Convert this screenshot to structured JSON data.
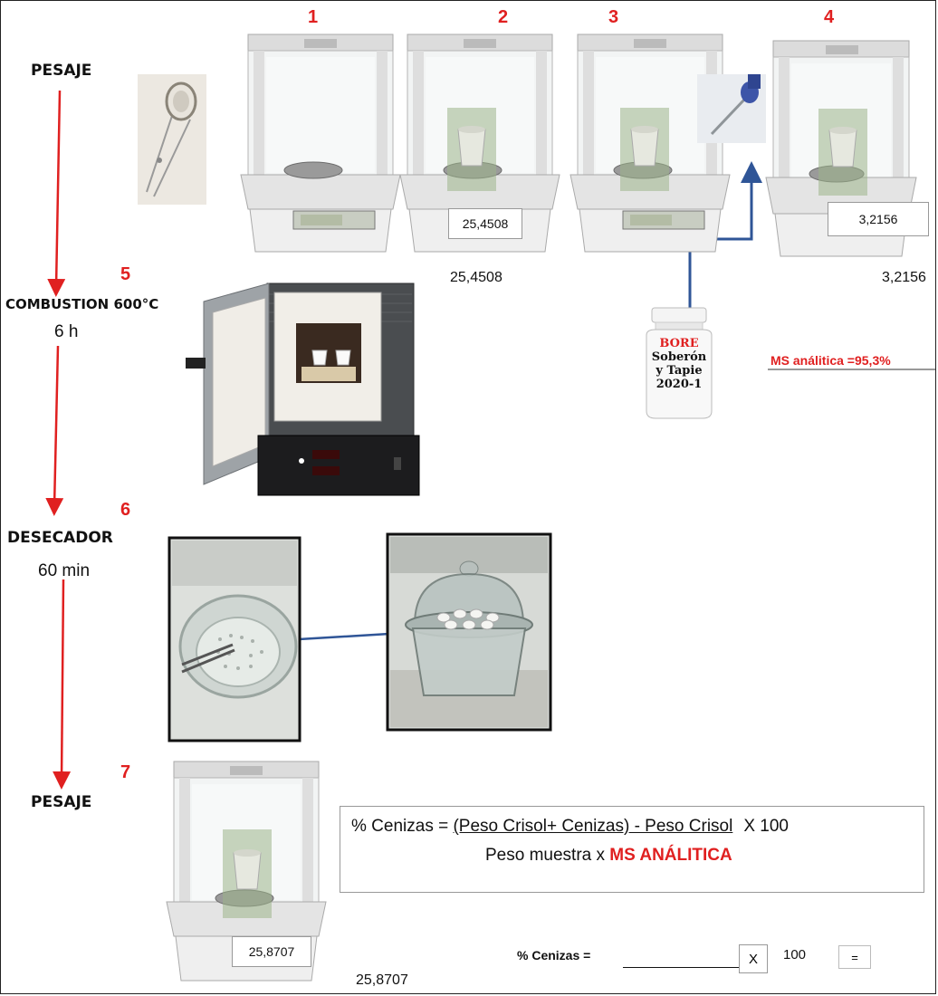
{
  "steps": [
    {
      "number": "1"
    },
    {
      "number": "2"
    },
    {
      "number": "3"
    },
    {
      "number": "4"
    },
    {
      "number": "5",
      "label": "COMBUSTION 600°C",
      "duration": "6 h"
    },
    {
      "number": "6",
      "label": "DESECADOR",
      "duration": "60 min"
    },
    {
      "number": "7",
      "label": "PESAJE"
    }
  ],
  "pesaje_label": "PESAJE",
  "balance2": {
    "display": "25,4508",
    "below": "25,4508"
  },
  "balance4": {
    "display": "3,2156",
    "below": "3,2156"
  },
  "balance7": {
    "display": "25,8707",
    "below": "25,8707"
  },
  "bottle": {
    "line1": "BORE",
    "line2": "Soberón",
    "line3": "y Tapie",
    "line4": "2020-1"
  },
  "ms_label": "MS análitica =95,3%",
  "formula": {
    "lhs": "% Cenizas = ",
    "numerator": "(Peso Crisol+ Cenizas) - Peso Crisol",
    "times": "X  100",
    "denominator_text": "Peso muestra  x ",
    "denominator_highlight": "MS ANÁLITICA"
  },
  "calc": {
    "lhs": "% Cenizas =",
    "x": "X",
    "hundred": "100",
    "equals": "="
  },
  "colors": {
    "red_arrow": "#e02020",
    "blue_line": "#2f5597",
    "highlight": "#e02020"
  }
}
